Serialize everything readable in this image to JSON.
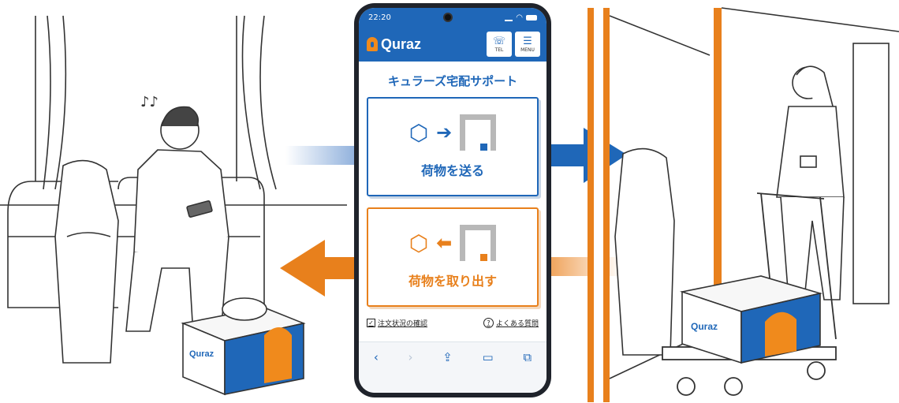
{
  "status": {
    "time": "22:20"
  },
  "app": {
    "logo_text": "Quraz",
    "tel_label": "TEL",
    "menu_label": "MENU",
    "title": "キュラーズ宅配サポート"
  },
  "cards": {
    "send_label": "荷物を送る",
    "retrieve_label": "荷物を取り出す"
  },
  "links": {
    "order_status": "注文状況の確認",
    "faq": "よくある質問"
  },
  "box_logo": "Quraz",
  "colors": {
    "brand_blue": "#1f67b8",
    "accent_orange": "#e8801c"
  }
}
